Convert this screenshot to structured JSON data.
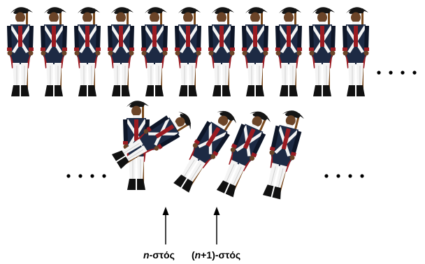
{
  "figure": {
    "top_row": {
      "soldier_count": 11,
      "trailing_ellipsis": "· · · ·"
    },
    "bottom_row": {
      "leading_ellipsis": "· · · ·",
      "trailing_ellipsis": "· · · ·",
      "standing_count": 1,
      "falling_count": 4
    },
    "labels": {
      "n_var": "n",
      "n_suffix": "-στός",
      "n1_prefix": "(",
      "n1_var": "n",
      "n1_suffix": "+1)-στός"
    },
    "colors": {
      "coat": "#1d2a44",
      "coat_dark": "#0e1628",
      "cuff": "#9b1b22",
      "skin": "#6b4428",
      "white": "#f4f4f4",
      "boot": "#111111",
      "musket": "#7a4a1e",
      "hat": "#151515"
    }
  }
}
